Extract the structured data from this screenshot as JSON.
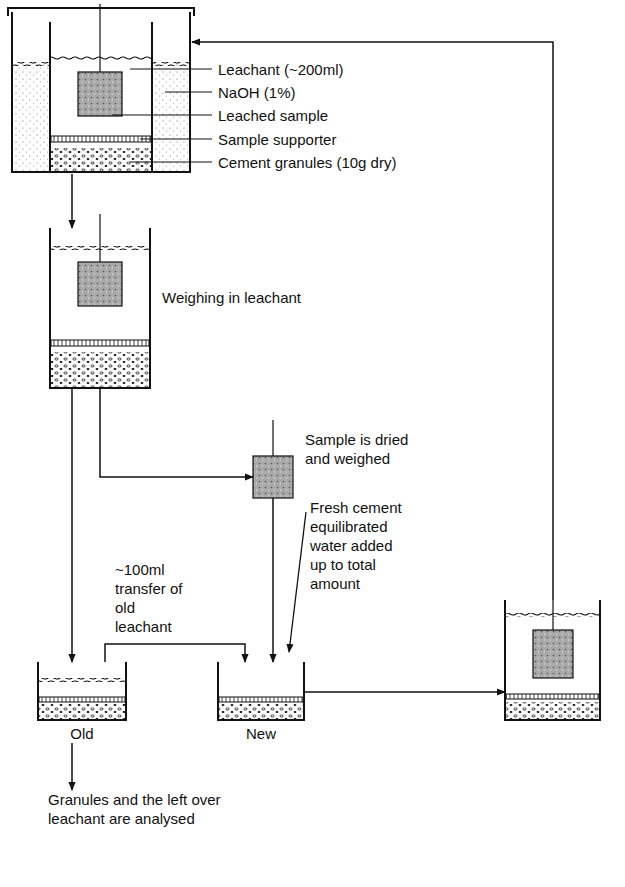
{
  "diagram": {
    "nodes": [
      {
        "text": [
          "Leachant (~200ml)",
          "NaOH (1%)",
          "Leached sample",
          "Sample supporter",
          "Cement granules (10g dry)"
        ]
      },
      {
        "text": [
          "Weighing in leachant"
        ]
      },
      {
        "text": [
          "Sample is dried and weighed"
        ]
      },
      {
        "text": [
          "Old"
        ]
      },
      {
        "text": [
          "New"
        ]
      },
      {
        "text": []
      },
      {
        "text": [
          "Granules and the left over leachant are analysed"
        ]
      }
    ],
    "edges": [
      {
        "from": 0,
        "to": 1,
        "arrow": "to"
      },
      {
        "from": 1,
        "to": 2,
        "arrow": "to"
      },
      {
        "from": 1,
        "to": 3,
        "arrow": "to"
      },
      {
        "from": 3,
        "to": 4,
        "label": "~100ml transfer of old leachant",
        "arrow": "to"
      },
      {
        "from": 2,
        "to": 4,
        "arrow": "to"
      },
      {
        "from": 4,
        "to": 5,
        "arrow": "to"
      },
      {
        "from": 5,
        "to": 0,
        "arrow": "to"
      },
      {
        "from": 3,
        "to": 6,
        "arrow": "to"
      }
    ],
    "labels": [
      "Fresh cement equilibrated water added up to total amount"
    ]
  }
}
